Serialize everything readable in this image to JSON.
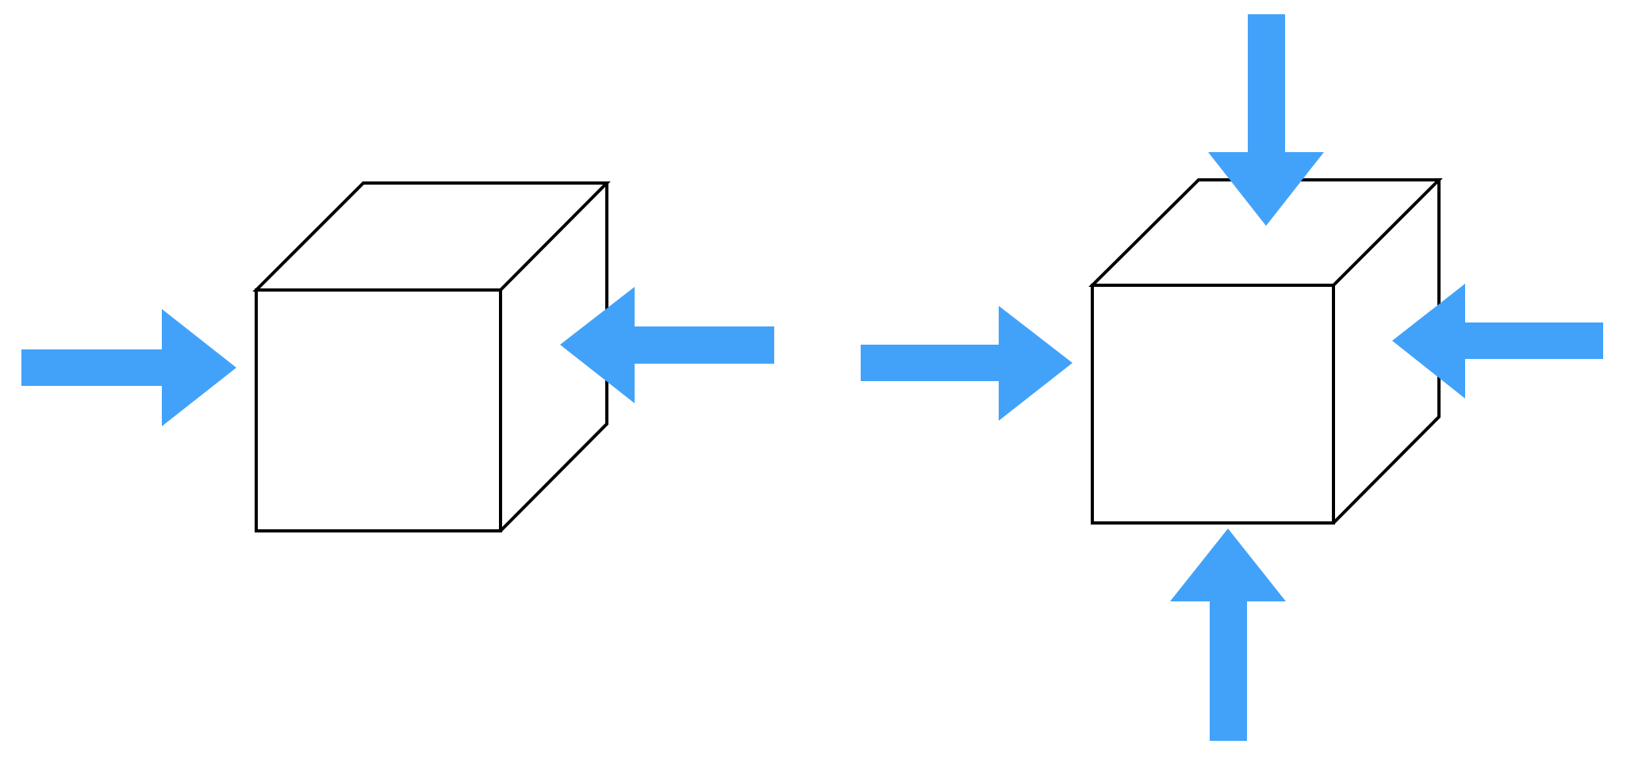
{
  "colors": {
    "arrow": "#42a2fa",
    "cube_edge": "#000000",
    "background": "#ffffff"
  },
  "diagrams": [
    {
      "name": "cube-left",
      "arrow_directions": [
        "right",
        "left"
      ]
    },
    {
      "name": "cube-right",
      "arrow_directions": [
        "right",
        "left",
        "down",
        "up"
      ]
    }
  ]
}
